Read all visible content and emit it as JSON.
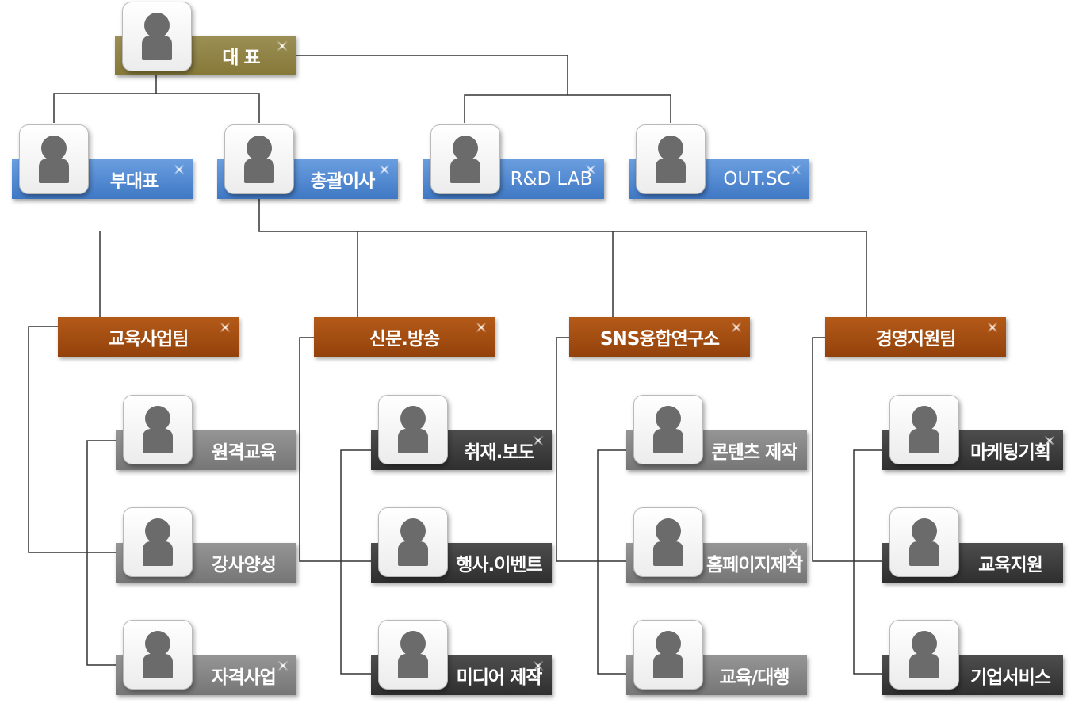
{
  "org": {
    "ceo": "대 표",
    "level2": [
      "부대표",
      "총괄이사",
      "R&D LAB",
      "OUT.SC"
    ],
    "teams": [
      {
        "name": "교육사업팀",
        "units": [
          "원격교육",
          "강사양성",
          "자격사업"
        ]
      },
      {
        "name": "신문.방송",
        "units": [
          "취재.보도",
          "행사.이벤트",
          "미디어 제작"
        ]
      },
      {
        "name": "SNS융합연구소",
        "units": [
          "콘텐츠 제작",
          "홈페이지제작",
          "교육/대행"
        ]
      },
      {
        "name": "경영지원팀",
        "units": [
          "마케팅기획",
          "교육지원",
          "기업서비스"
        ]
      }
    ]
  },
  "icons": {
    "person": "person-icon",
    "sparkle": "sparkle-icon"
  },
  "colors": {
    "ceo": "#8f8245",
    "level2": "#4a83cf",
    "team": "#a24d12",
    "unit_light": "#858585",
    "unit_dark": "#3c3c3c",
    "line": "#333333"
  }
}
